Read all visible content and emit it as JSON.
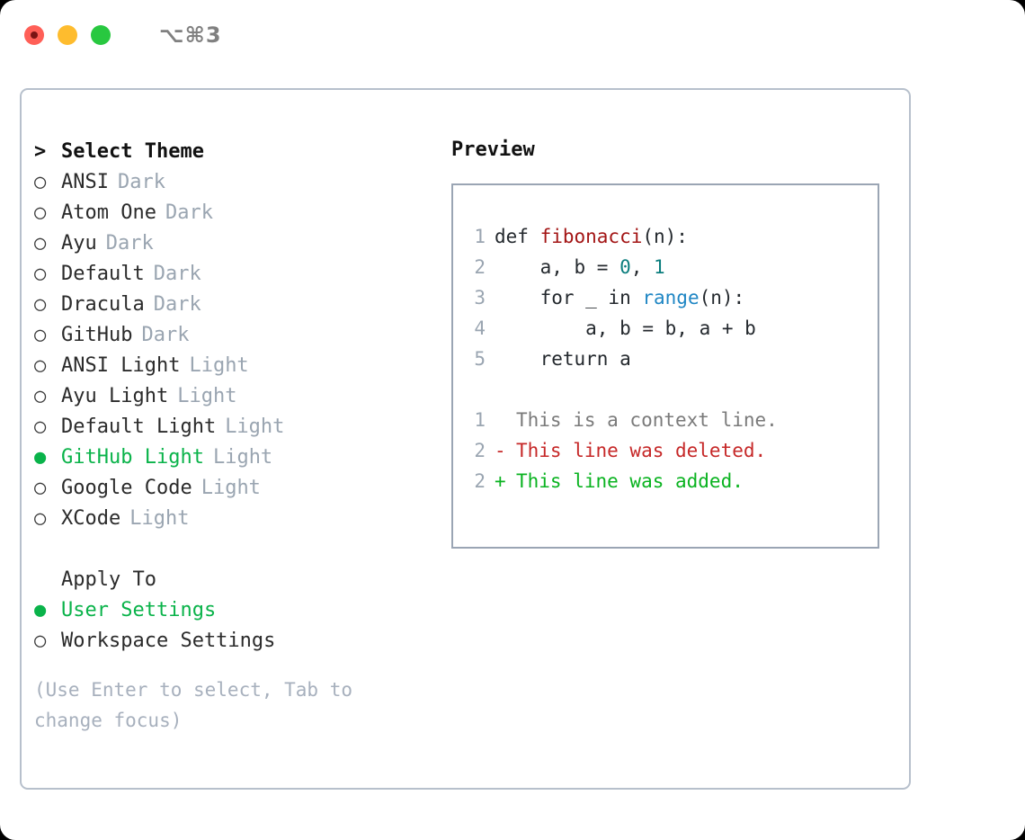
{
  "titlebar": {
    "shortcut": "⌥⌘3",
    "lights": [
      {
        "name": "close",
        "color": "#ff5f57"
      },
      {
        "name": "minimize",
        "color": "#febc2e"
      },
      {
        "name": "maximize",
        "color": "#28c840"
      }
    ]
  },
  "theme_list": {
    "heading_marker": ">",
    "heading": "Select Theme",
    "selected_marker": "●",
    "unselected_marker": "○",
    "items": [
      {
        "marker": "○",
        "name": "ANSI",
        "variant": "Dark",
        "selected": false
      },
      {
        "marker": "○",
        "name": "Atom One",
        "variant": "Dark",
        "selected": false
      },
      {
        "marker": "○",
        "name": "Ayu",
        "variant": "Dark",
        "selected": false
      },
      {
        "marker": "○",
        "name": "Default",
        "variant": "Dark",
        "selected": false
      },
      {
        "marker": "○",
        "name": "Dracula",
        "variant": "Dark",
        "selected": false
      },
      {
        "marker": "○",
        "name": "GitHub",
        "variant": "Dark",
        "selected": false
      },
      {
        "marker": "○",
        "name": "ANSI Light",
        "variant": "Light",
        "selected": false
      },
      {
        "marker": "○",
        "name": "Ayu Light",
        "variant": "Light",
        "selected": false
      },
      {
        "marker": "○",
        "name": "Default Light",
        "variant": "Light",
        "selected": false
      },
      {
        "marker": "●",
        "name": "GitHub Light",
        "variant": "Light",
        "selected": true
      },
      {
        "marker": "○",
        "name": "Google Code",
        "variant": "Light",
        "selected": false
      },
      {
        "marker": "○",
        "name": "XCode",
        "variant": "Light",
        "selected": false
      }
    ]
  },
  "apply_to": {
    "heading": "Apply To",
    "items": [
      {
        "marker": "●",
        "name": "User Settings",
        "selected": true
      },
      {
        "marker": "○",
        "name": "Workspace Settings",
        "selected": false
      }
    ]
  },
  "hint": "(Use Enter to select, Tab to change focus)",
  "preview": {
    "title": "Preview",
    "code": [
      {
        "lineno": "1",
        "tokens": [
          {
            "text": "def ",
            "kind": "plain"
          },
          {
            "text": "fibonacci",
            "kind": "fn"
          },
          {
            "text": "(n):",
            "kind": "plain"
          }
        ]
      },
      {
        "lineno": "2",
        "tokens": [
          {
            "text": "    a, b = ",
            "kind": "plain"
          },
          {
            "text": "0",
            "kind": "num"
          },
          {
            "text": ", ",
            "kind": "plain"
          },
          {
            "text": "1",
            "kind": "num"
          }
        ]
      },
      {
        "lineno": "3",
        "tokens": [
          {
            "text": "    for _ in ",
            "kind": "plain"
          },
          {
            "text": "range",
            "kind": "call"
          },
          {
            "text": "(n):",
            "kind": "plain"
          }
        ]
      },
      {
        "lineno": "4",
        "tokens": [
          {
            "text": "        a, b = b, a + b",
            "kind": "plain"
          }
        ]
      },
      {
        "lineno": "5",
        "tokens": [
          {
            "text": "    return a",
            "kind": "plain"
          }
        ]
      }
    ],
    "diff": [
      {
        "lineno": "1",
        "sign": " ",
        "text": "This is a context line.",
        "kind": "ctx"
      },
      {
        "lineno": "2",
        "sign": "-",
        "text": "This line was deleted.",
        "kind": "del"
      },
      {
        "lineno": "2",
        "sign": "+",
        "text": "This line was added.",
        "kind": "add"
      }
    ]
  },
  "colors": {
    "accent_selected": "#0ab34a",
    "muted": "#9aa5b1",
    "panel_border": "#b7c0cc",
    "preview_border": "#9aa5b4",
    "syntax_function": "#a31515",
    "syntax_number": "#0a7d7d",
    "syntax_call": "#1f86c4",
    "diff_deleted": "#c62828",
    "diff_added": "#0ab320",
    "diff_context": "#7a7a7a"
  }
}
